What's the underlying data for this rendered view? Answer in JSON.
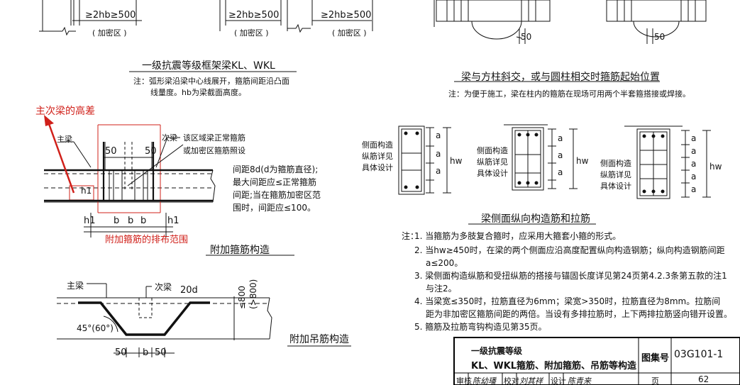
{
  "top_left": {
    "dim_a": "≥2hb≥500",
    "dense_a": "( 加密区 )",
    "dim_b": "≥2hb≥500",
    "dense_b": "( 加密区 )",
    "dim_c": "≥2hb≥500",
    "dense_c": "( 加密区 )",
    "title": "一级抗震等级框架梁KL、WKL",
    "note_line1": "注：弧形梁沿梁中心线展开，箍筋间距沿凸面",
    "note_line2": "线量度。hb为梁截面高度。"
  },
  "top_right": {
    "dim_50_a": "50",
    "dim_50_b": "50",
    "title": "梁与方柱斜交，或与圆柱相交时箍筋起始位置",
    "note": "注：为便于施工，梁在柱内的箍筋在现场可用两个半套箍搭接或焊接。"
  },
  "annotation": {
    "red_label_top": "主次梁的高差",
    "red_label_bottom": "附加箍筋的排布范围"
  },
  "additional_stirrup": {
    "main_beam": "主梁",
    "secondary_beam": "次梁",
    "dim_50_left": "50",
    "dim_50_right": "50",
    "area_note_1": "该区域梁正常箍筋",
    "area_note_2": "或加密区箍筋照设",
    "spacing_1": "间距8d(d为箍筋直径);",
    "spacing_2": "最大间距应≤正常箍筋",
    "spacing_3": "间距;当在箍筋加密区范",
    "spacing_4": "围时，间距应≤100。",
    "h1_mark": "h1",
    "h1_left": "h1",
    "b1": "b",
    "b2": "b",
    "b3": "b",
    "h1_right": "h1",
    "title": "附加箍筋构造"
  },
  "hanger": {
    "main_beam": "主梁",
    "secondary_beam": "次梁",
    "dim_20d": "20d",
    "angle": "45°(60°)",
    "dim_h1": "≤800",
    "dim_h2": "(>800)",
    "bottom_dim_l": "50",
    "bottom_dim_b": "b",
    "bottom_dim_r": "50",
    "title": "附加吊筋构造"
  },
  "side_bars": {
    "label_left": [
      "侧面构造",
      "纵筋详见",
      "具体设计"
    ],
    "label_mid": [
      "侧面构造",
      "纵筋详见",
      "具体设计"
    ],
    "label_right": [
      "侧面构造",
      "纵筋详见",
      "具体设计"
    ],
    "dim_a": "a",
    "dim_hw": "hw",
    "title": "梁侧面纵向构造筋和拉筋"
  },
  "notes": {
    "header": "注：",
    "items": [
      "1. 当箍筋为多肢复合箍时，应采用大箍套小箍的形式。",
      "2. 当hw≥450时，在梁的两个侧面应沿高度配置纵向构造钢筋；纵向构造钢筋间距",
      "a≤200。",
      "3. 梁侧面构造纵筋和受扭纵筋的搭接与锚固长度详见第24页第4.2.3条第五款的注1",
      "与注2。",
      "4. 当梁宽≤350时，拉筋直径为6mm；梁宽>350时，拉筋直径为8mm。拉筋间",
      "距为非加密区箍筋间距的两倍。当设有多排拉筋时，上下两排拉筋竖向错开设置。",
      "5. 箍筋及拉筋弯钩构造见第35页。"
    ]
  },
  "title_block": {
    "line1": "一级抗震等级",
    "line2": "KL、WKL箍筋、附加箍筋、吊筋等构造",
    "atlas_label": "图集号",
    "atlas_no": "03G101-1",
    "review": "审核",
    "review_sig": "陈幼璠",
    "check": "校对",
    "check_sig": "刘其祥",
    "design": "设计",
    "design_sig": "陈青来",
    "page_label": "页",
    "page_no": "62"
  }
}
